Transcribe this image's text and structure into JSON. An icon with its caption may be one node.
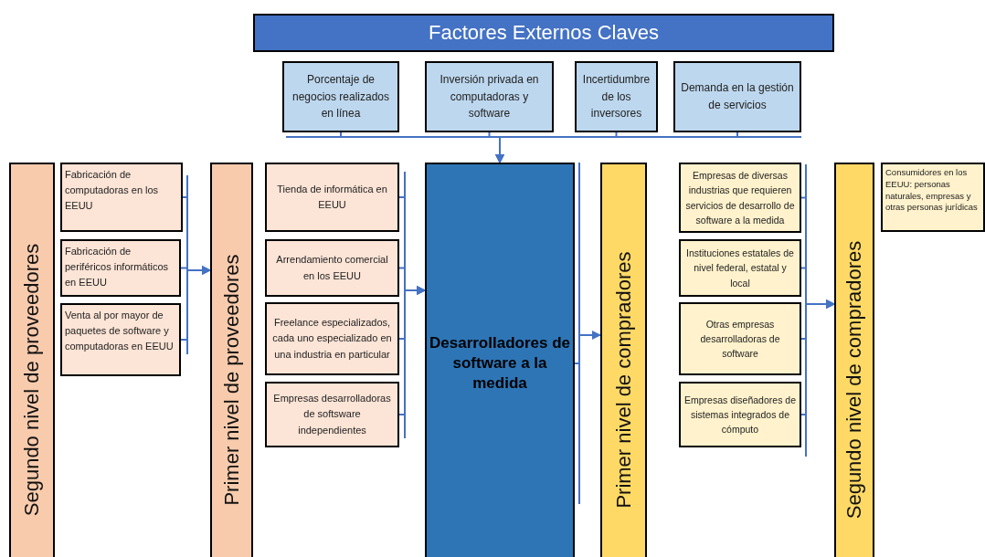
{
  "diagram": {
    "nodes": [
      {
        "text": [
          "Factores Externos Claves"
        ]
      },
      {
        "text": [
          "Porcentaje de negocios realizados en línea"
        ]
      },
      {
        "text": [
          "Inversión privada en computadoras y software"
        ]
      },
      {
        "text": [
          "Incertidumbre de los inversores"
        ]
      },
      {
        "text": [
          "Demanda en la gestión de servicios"
        ]
      },
      {
        "text": [
          "Segundo nivel de proveedores"
        ]
      },
      {
        "text": [
          "Fabricación de computadoras en los EEUU"
        ]
      },
      {
        "text": [
          "Fabricación de periféricos informáticos en EEUU"
        ]
      },
      {
        "text": [
          "Venta al por mayor de paquetes de software y computadoras en EEUU"
        ]
      },
      {
        "text": [
          "Primer nivel de proveedores"
        ]
      },
      {
        "text": [
          "Tienda de informática en EEUU"
        ]
      },
      {
        "text": [
          "Arrendamiento comercial en los EEUU"
        ]
      },
      {
        "text": [
          "Freelance especializados, cada uno especializado en una industria en particular"
        ]
      },
      {
        "text": [
          "Empresas desarrolladoras de softsware independientes"
        ]
      },
      {
        "text": [
          "Desarrolladores de software a la medida"
        ]
      },
      {
        "text": [
          "Primer nivel de compradores"
        ]
      },
      {
        "text": [
          "Empresas de diversas industrias que requieren servicios de desarrollo de software a la medida"
        ]
      },
      {
        "text": [
          "Instituciones estatales de nivel federal, estatal y local"
        ]
      },
      {
        "text": [
          "Otras empresas desarrolladoras de software"
        ]
      },
      {
        "text": [
          "Empresas diseñadores de sistemas integrados de cómputo"
        ]
      },
      {
        "text": [
          "Segundo nivel de compradores"
        ]
      },
      {
        "text": [
          "Consumidores en los EEUU: personas naturales, empresas y otras personas jurídicas"
        ]
      }
    ],
    "edges": [
      {
        "from": 6,
        "to": 9,
        "arrow": "to"
      },
      {
        "from": 7,
        "to": 9,
        "arrow": "to"
      },
      {
        "from": 8,
        "to": 9,
        "arrow": "to"
      },
      {
        "from": 10,
        "to": 14,
        "arrow": "to"
      },
      {
        "from": 11,
        "to": 14,
        "arrow": "to"
      },
      {
        "from": 12,
        "to": 14,
        "arrow": "to"
      },
      {
        "from": 13,
        "to": 14,
        "arrow": "to"
      },
      {
        "from": 1,
        "to": 14,
        "arrow": "to"
      },
      {
        "from": 2,
        "to": 14,
        "arrow": "to"
      },
      {
        "from": 3,
        "to": 14,
        "arrow": "to"
      },
      {
        "from": 4,
        "to": 14,
        "arrow": "to"
      },
      {
        "from": 14,
        "to": 15,
        "arrow": "to"
      },
      {
        "from": 16,
        "to": 20,
        "arrow": "to"
      },
      {
        "from": 17,
        "to": 20,
        "arrow": "to"
      },
      {
        "from": 18,
        "to": 20,
        "arrow": "to"
      },
      {
        "from": 19,
        "to": 20,
        "arrow": "to"
      }
    ]
  }
}
